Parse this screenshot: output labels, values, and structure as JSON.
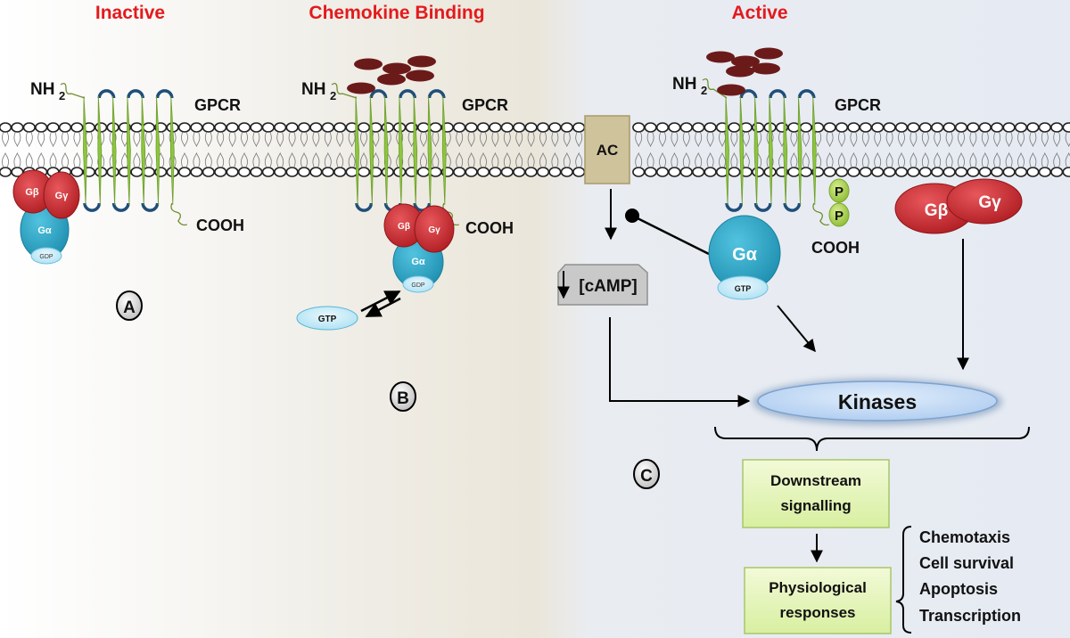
{
  "panels": {
    "inactive": {
      "title": "Inactive",
      "marker": "A"
    },
    "binding": {
      "title": "Chemokine Binding",
      "marker": "B"
    },
    "active": {
      "title": "Active",
      "marker": "C"
    }
  },
  "receptor": {
    "label": "GPCR",
    "n_terminus": "NH",
    "n_sub": "2",
    "c_terminus": "COOH"
  },
  "g_protein": {
    "beta": "Gβ",
    "gamma": "Gγ",
    "alpha": "Gα",
    "gdp": "GDP",
    "gtp": "GTP"
  },
  "phospho": {
    "p1": "P",
    "p2": "P"
  },
  "effectors": {
    "ac": "AC",
    "camp": "[cAMP]",
    "kinases": "Kinases",
    "downstream_line1": "Downstream",
    "downstream_line2": "signalling",
    "physio_line1": "Physiological",
    "physio_line2": "responses"
  },
  "responses": [
    "Chemotaxis",
    "Cell survival",
    "Apoptosis",
    "Transcription"
  ],
  "colors": {
    "title_red": "#e31a1c",
    "helix_green": "#8dc63f",
    "loop_blue": "#1f4e79",
    "g_red": "#c1272d",
    "g_alpha_blue": "#29a9c9",
    "nucleotide": "#bfe9f7",
    "chemokine": "#6b1a1a",
    "ac_tan": "#cfc39c",
    "camp_gray": "#c9c9c9",
    "box_green": "#e2f3b4",
    "kinase_blue": "#c6dcf5"
  }
}
